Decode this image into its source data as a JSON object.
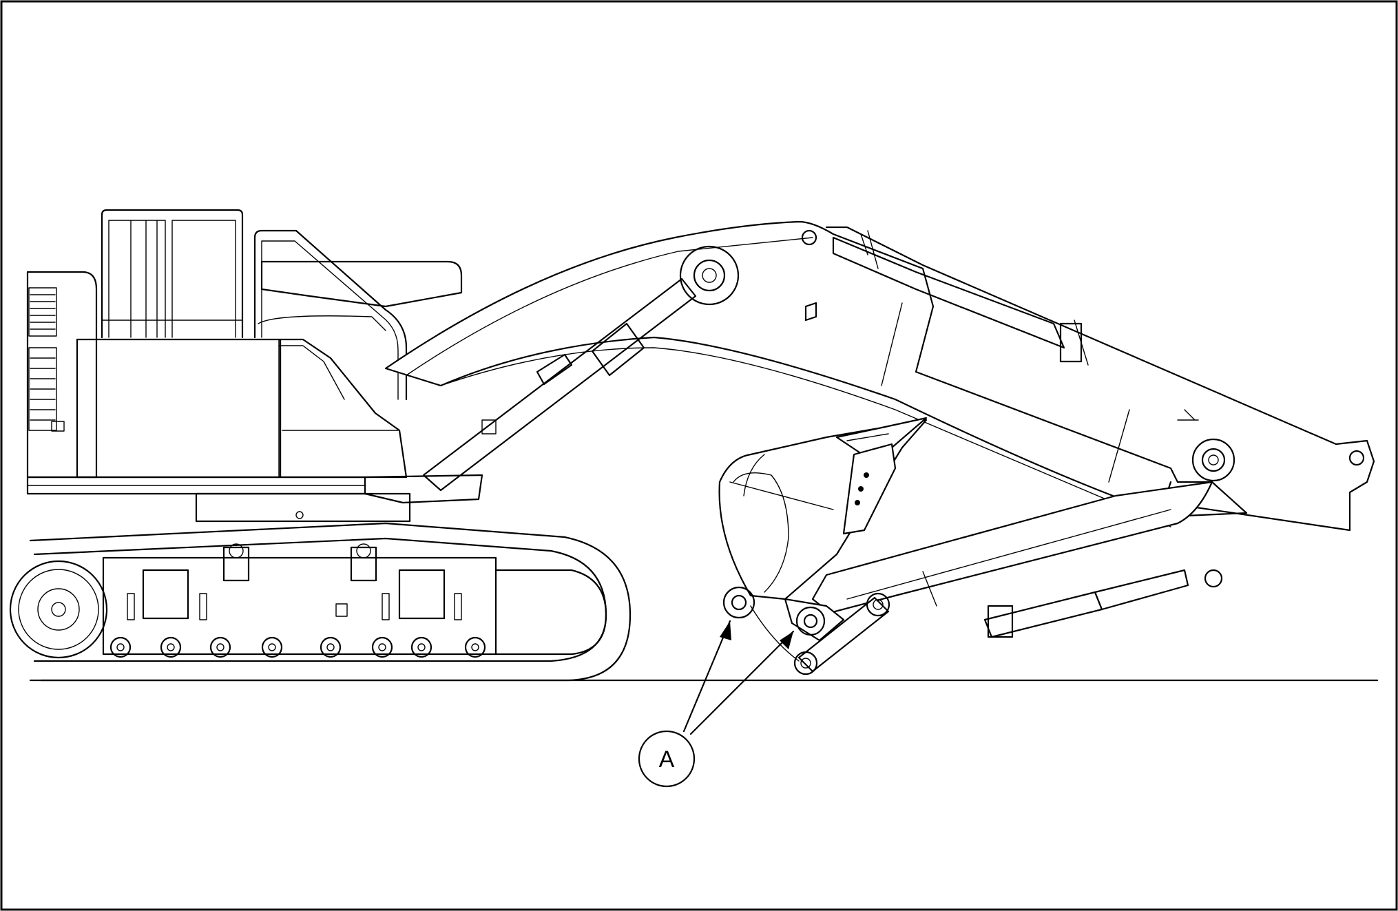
{
  "diagram": {
    "callout": {
      "label": "A",
      "targets": [
        "bucket-linkage-pin-left",
        "bucket-linkage-pin-right"
      ]
    },
    "colors": {
      "line": "#000000",
      "background": "#ffffff"
    }
  }
}
